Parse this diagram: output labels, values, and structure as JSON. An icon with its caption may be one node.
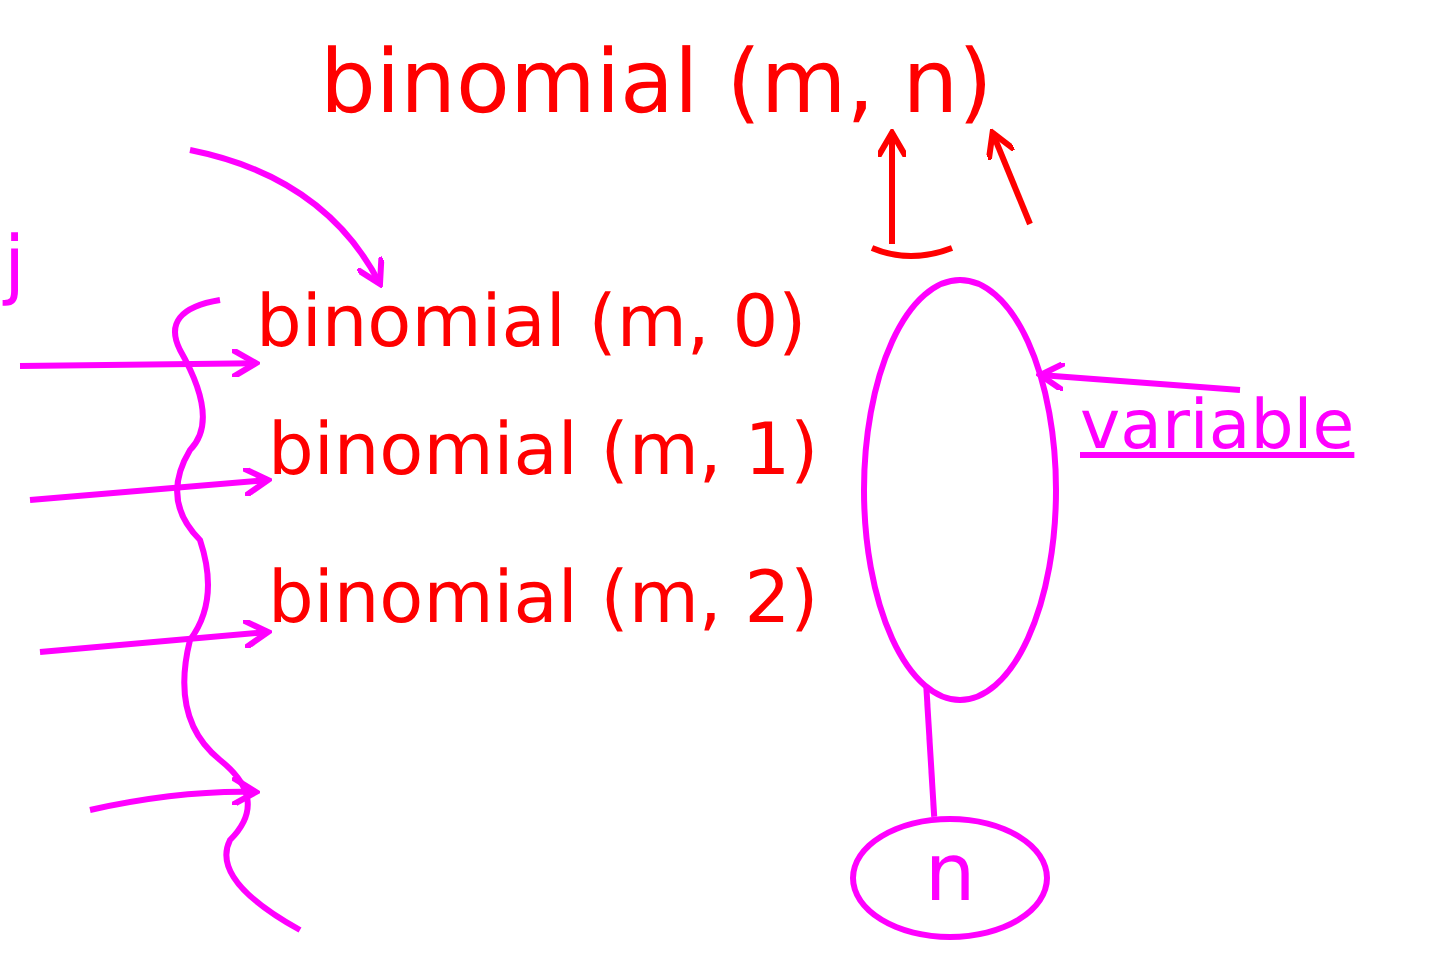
{
  "diagram": {
    "nodes": [
      {
        "text": [
          "binomial (m, n)"
        ]
      },
      {
        "text": [
          "binomial (m, 0)"
        ]
      },
      {
        "text": [
          "binomial (m, 1)"
        ]
      },
      {
        "text": [
          "binomial (m, 2)"
        ]
      },
      {
        "text": [],
        "shape": "ellipse"
      },
      {
        "text": [
          "n"
        ]
      },
      {
        "text": [
          "variable"
        ]
      }
    ],
    "edges": [
      {
        "from": null,
        "to": 0,
        "arrow": "to",
        "color": "#ff0000"
      },
      {
        "from": null,
        "to": 0,
        "arrow": "to",
        "color": "#ff0000"
      },
      {
        "from": null,
        "to": 1,
        "arrow": "to"
      },
      {
        "from": null,
        "to": 1,
        "arrow": "to"
      },
      {
        "from": null,
        "to": 2,
        "arrow": "to"
      },
      {
        "from": null,
        "to": 3,
        "arrow": "to"
      },
      {
        "from": 6,
        "to": 4,
        "arrow": "to"
      },
      {
        "from": 4,
        "to": 5,
        "arrow": "none"
      }
    ],
    "labels": [
      "j"
    ]
  }
}
